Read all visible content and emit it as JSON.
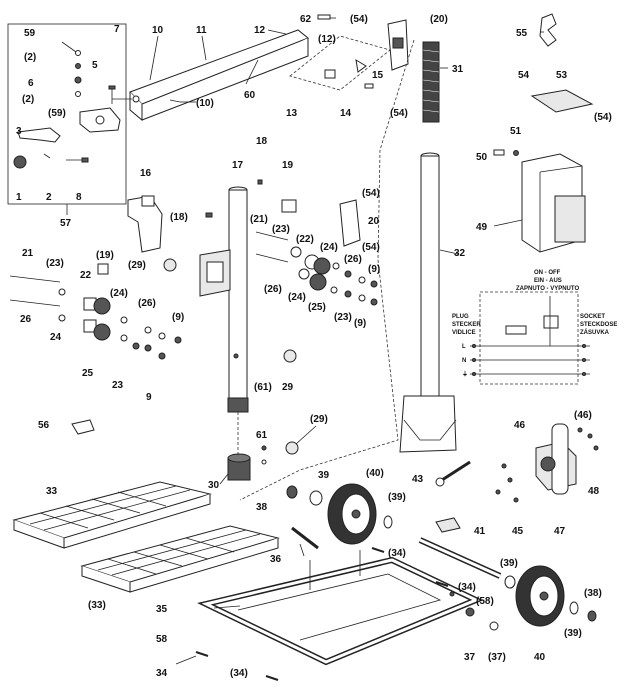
{
  "callouts": {
    "c59a": "59",
    "c7": "7",
    "c2a": "(2)",
    "c5": "5",
    "c6": "6",
    "c2b": "(2)",
    "c59b": "(59)",
    "c3": "3",
    "c1": "1",
    "c2": "2",
    "c8": "8",
    "c57": "57",
    "c10": "10",
    "c11": "11",
    "c12": "12",
    "c12b": "(12)",
    "c10b": "(10)",
    "c60": "60",
    "c62": "62",
    "c54a": "(54)",
    "c20a": "(20)",
    "c55": "55",
    "c13": "13",
    "c14": "14",
    "c15": "15",
    "c54b": "(54)",
    "c31": "31",
    "c53": "53",
    "c54c": "54",
    "c54d": "(54)",
    "c51": "51",
    "c50": "50",
    "c49": "49",
    "c16": "16",
    "c17": "17",
    "c18": "18",
    "c19": "19",
    "c18b": "(18)",
    "c54e": "(54)",
    "c20": "20",
    "c21": "(21)",
    "c23a": "(23)",
    "c22": "(22)",
    "c24a": "(24)",
    "c54f": "(54)",
    "c26a": "(26)",
    "c9a": "(9)",
    "c32": "32",
    "c29a": "(29)",
    "c26b": "(26)",
    "c24b": "(24)",
    "c25a": "(25)",
    "c23b": "(23)",
    "c9b": "(9)",
    "c21b": "21",
    "c23c": "(23)",
    "c19b": "(19)",
    "c22b": "22",
    "c24c": "(24)",
    "c26c": "(26)",
    "c9c": "(9)",
    "c26d": "26",
    "c24d": "24",
    "c25": "25",
    "c23": "23",
    "c9": "9",
    "c61a": "(61)",
    "c29": "29",
    "c56": "56",
    "c61": "61",
    "c29b": "(29)",
    "c30": "30",
    "c33": "33",
    "c33b": "(33)",
    "c38": "38",
    "c39": "39",
    "c40": "(40)",
    "c39b": "(39)",
    "c43": "43",
    "c46": "46",
    "c46b": "(46)",
    "c48": "48",
    "c45": "45",
    "c47": "47",
    "c41": "41",
    "c36": "36",
    "c34a": "(34)",
    "c34b": "(34)",
    "c39c": "(39)",
    "c58": "(58)",
    "c35": "35",
    "c58b": "58",
    "c34": "34",
    "c34c": "(34)",
    "c37": "37",
    "c37b": "(37)",
    "c40b": "40",
    "c39d": "(39)",
    "c38b": "(38)"
  },
  "switch": {
    "title1": "ON - OFF",
    "title2": "EIN - AUS",
    "title3": "ZAPNUTO - VYPNUTO",
    "plug1": "PLUG",
    "plug2": "STECKER",
    "plug3": "VIDLICE",
    "sock1": "SOCKET",
    "sock2": "STECKDOSE",
    "sock3": "ZÁSUVKA",
    "L": "L",
    "N": "N",
    "E": "⏚"
  }
}
